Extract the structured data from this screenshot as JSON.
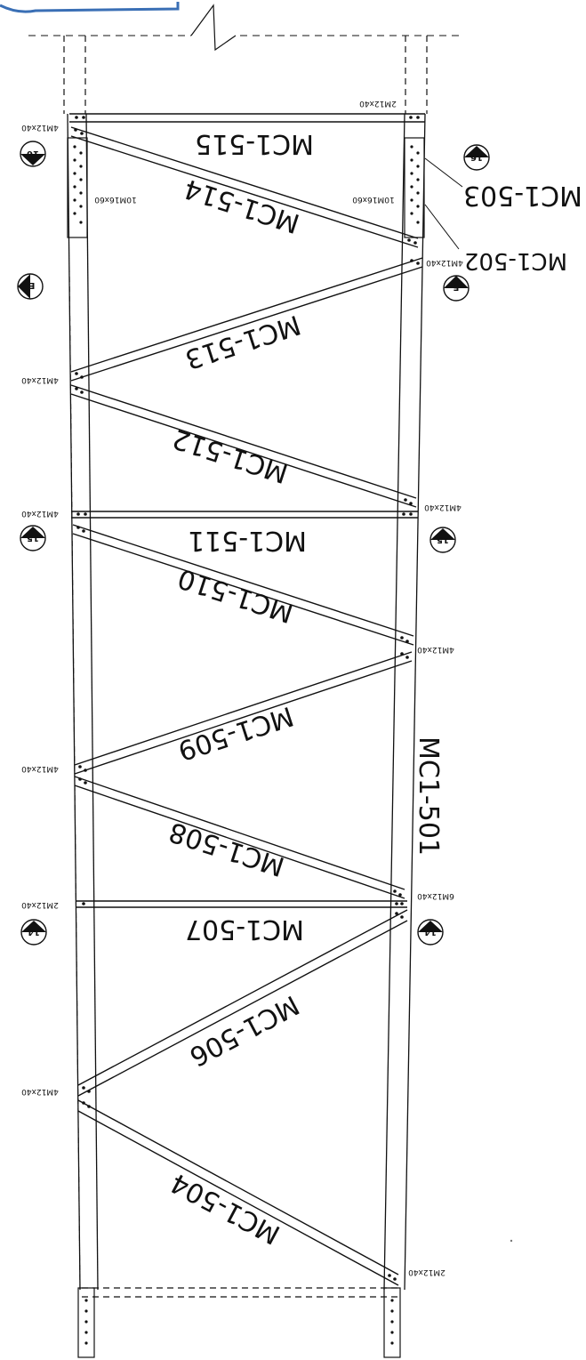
{
  "members": {
    "m501": "MC1-501",
    "m502": "MC1-502",
    "m503": "MC1-503",
    "m504": "MC1-504",
    "m506": "MC1-506",
    "m507": "MC1-507",
    "m508": "MC1-508",
    "m509": "MC1-509",
    "m510": "MC1-510",
    "m511": "MC1-511",
    "m512": "MC1-512",
    "m513": "MC1-513",
    "m514": "MC1-514",
    "m515": "MC1-515"
  },
  "bolts": {
    "b2m12": "2M12x40",
    "b4m12": "4M12x40",
    "b6m12": "6M12x40",
    "b10m16": "10M16x60"
  },
  "sections": {
    "s16": "16",
    "sE": "E",
    "s15": "15",
    "s14": "14"
  }
}
